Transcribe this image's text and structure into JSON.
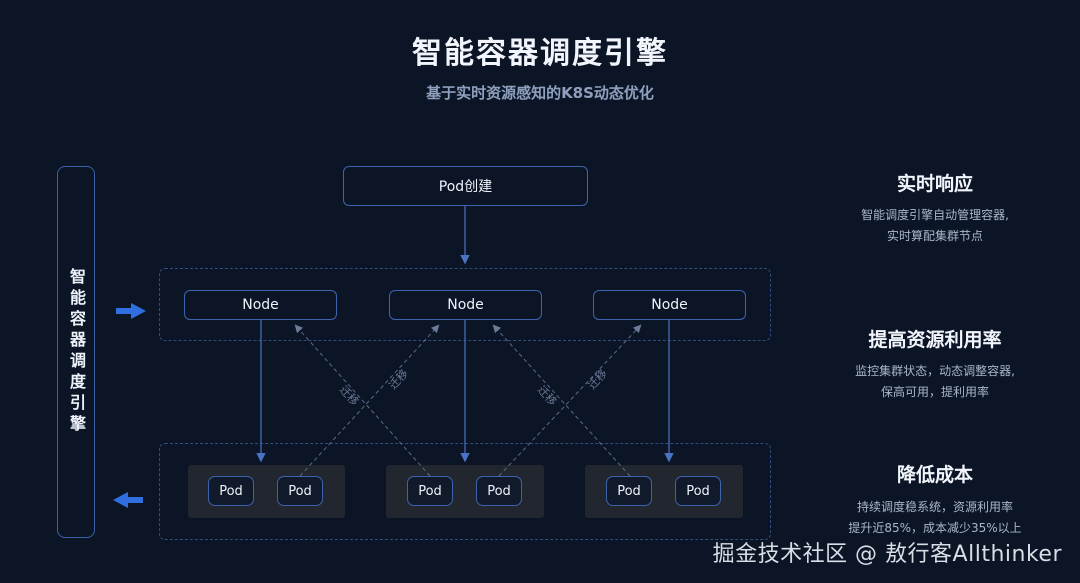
{
  "header": {
    "title": "智能容器调度引擎",
    "subtitle": "基于实时资源感知的K8S动态优化"
  },
  "engine": {
    "label": "智能容器调度引擎"
  },
  "diagram": {
    "pod_create": "Pod创建",
    "nodes": [
      "Node",
      "Node",
      "Node"
    ],
    "pods": [
      "Pod",
      "Pod",
      "Pod",
      "Pod",
      "Pod",
      "Pod"
    ],
    "migrate_label": "迁移",
    "colors": {
      "accent": "#3d63ad",
      "arrow": "#2f6fe0",
      "line": "#4a73c4",
      "dashed": "#5a6b86"
    }
  },
  "features": [
    {
      "title": "实时响应",
      "desc": [
        "智能调度引擎自动管理容器,",
        "实时算配集群节点"
      ]
    },
    {
      "title": "提高资源利用率",
      "desc": [
        "监控集群状态，动态调整容器,",
        "保高可用，提利用率"
      ]
    },
    {
      "title": "降低成本",
      "desc": [
        "持续调度稳系统，资源利用率",
        "提升近85%，成本减少35%以上"
      ]
    }
  ],
  "watermark": "掘金技术社区 @ 敖行客Allthinker"
}
